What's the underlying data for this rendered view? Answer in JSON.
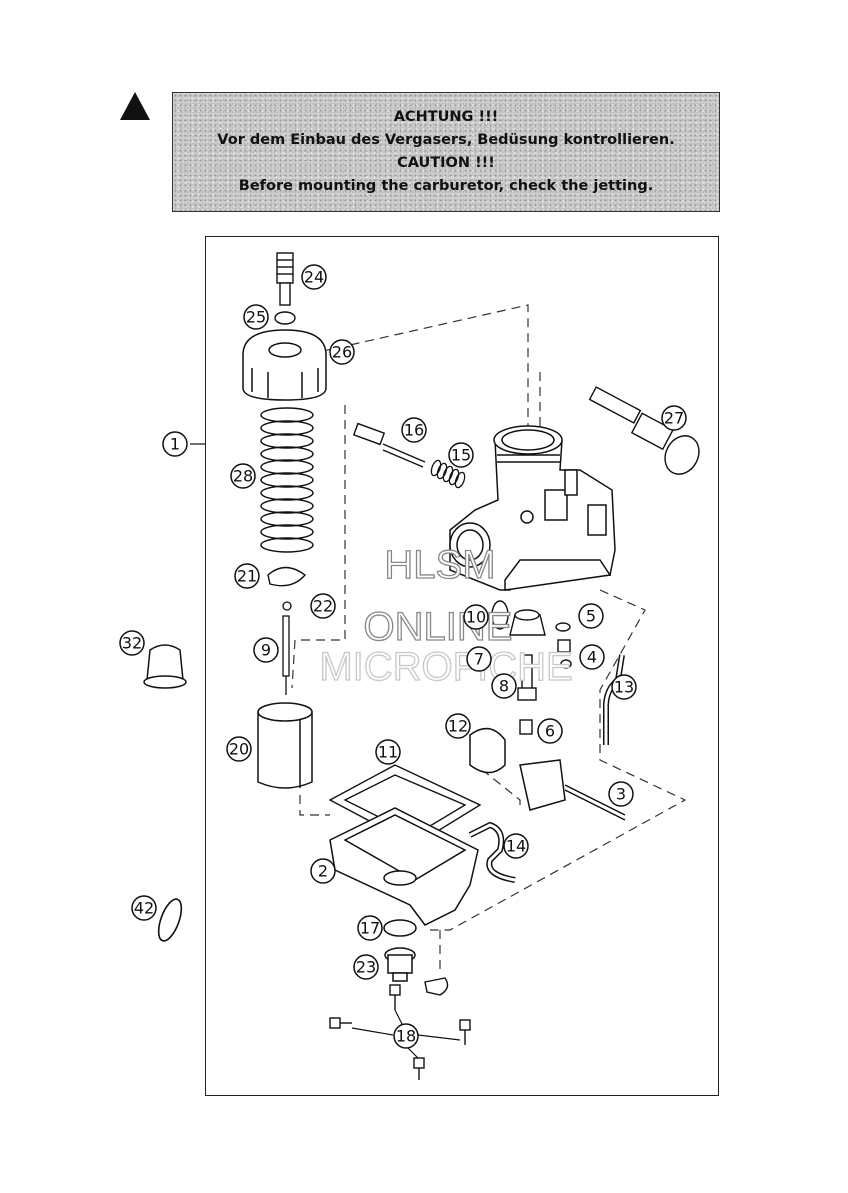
{
  "caution": {
    "lines": [
      "ACHTUNG !!!",
      "Vor dem Einbau des Vergasers, Bedüsung kontrollieren.",
      "CAUTION !!!",
      "Before mounting the carburetor, check the jetting."
    ]
  },
  "callouts": [
    "1",
    "2",
    "3",
    "4",
    "5",
    "6",
    "7",
    "8",
    "9",
    "10",
    "11",
    "12",
    "13",
    "14",
    "15",
    "16",
    "17",
    "18",
    "20",
    "21",
    "22",
    "23",
    "24",
    "25",
    "26",
    "27",
    "28",
    "32",
    "42"
  ],
  "watermark": [
    "HLSM",
    "ONLINE",
    "MICROFICHE"
  ]
}
